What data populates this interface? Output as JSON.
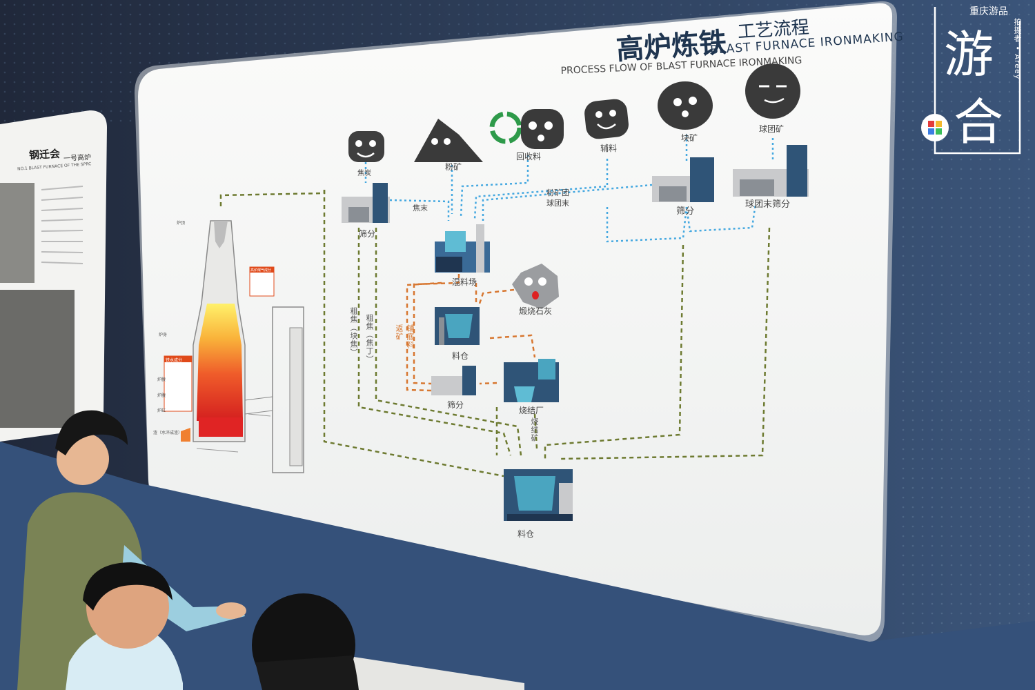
{
  "title": {
    "cn_main": "高炉炼铁",
    "cn_sub": "工艺流程",
    "en_line1": "BLAST FURNACE IRONMAKING",
    "en_line2": "PROCESS FLOW OF BLAST FURNACE IRONMAKING"
  },
  "left_panel": {
    "title": "钢迁会",
    "subtitle": "一号高炉",
    "en": "NO.1 BLAST FURNACE OF THE SPRC"
  },
  "raw_materials": {
    "coke": "焦炭",
    "fine_ore": "粉矿",
    "recycled": "回收料",
    "auxiliary": "辅料",
    "lump_ore": "块矿",
    "pellet": "球团矿"
  },
  "flow_labels": {
    "screen_left": "筛分",
    "coke_fines": "焦末",
    "ore_fines_pellet_line1": "粉矿团",
    "ore_fines_pellet_line2": "球团末",
    "screen_right": "筛分",
    "pellet_screen": "球团末筛分",
    "mixing_yard": "混料场",
    "burnt_lime": "煅烧石灰",
    "silo_middle": "料仓",
    "screen_lower": "筛分",
    "sinter_plant": "烧结厂",
    "sinter_ore": "烧结矿",
    "silo_final": "料仓",
    "coarse_coke_lump": "粗焦（块焦）",
    "coarse_coke_nut": "粗焦（焦丁）",
    "return_fines": "返矿",
    "bed_ore": "铺底料"
  },
  "furnace_labels": {
    "gas_table_title": "高炉煤气成分",
    "iron_table_title": "铁水成分",
    "top": "炉顶",
    "body": "炉身",
    "waist": "炉腰",
    "belly": "炉腹",
    "hearth": "炉缸",
    "slag": "渣（水淬成渣）"
  },
  "watermark": {
    "brand": "重庆游品",
    "photographer": "拍摄者 • Areey",
    "char1": "游",
    "char2": "合"
  },
  "colors": {
    "board": "#f7f8f6",
    "navy": "#1f3550",
    "teal": "#4aa5c0",
    "orange_dash": "#d7762f",
    "olive_dash": "#6d7a30",
    "blue_dot": "#45a8e0"
  }
}
